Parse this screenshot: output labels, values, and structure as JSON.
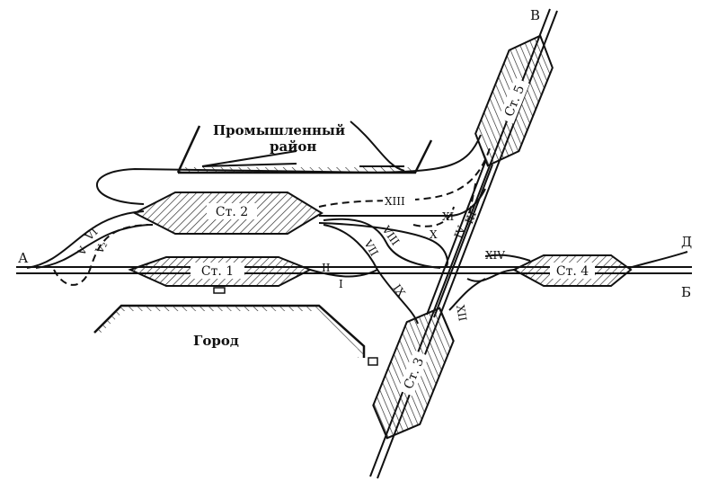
{
  "directions": {
    "a": "А",
    "b": "Б",
    "v": "В",
    "d": "Д"
  },
  "stations": {
    "st1": "Ст. 1",
    "st2": "Ст. 2",
    "st3": "Ст. 3",
    "st4": "Ст. 4",
    "st5": "Ст. 5"
  },
  "areas": {
    "industrial_line1": "Промышленный",
    "industrial_line2": "район",
    "city": "Город"
  },
  "connections": {
    "c1": "I",
    "c2": "II",
    "c3": "III",
    "c4": "IV",
    "c5": "V",
    "c5b": "V₂",
    "c6": "VI",
    "c7": "VII",
    "c8": "VIII",
    "c9": "IX",
    "c10": "X",
    "c11": "XI",
    "c12": "XII",
    "c13": "XIII",
    "c14": "XIV"
  }
}
